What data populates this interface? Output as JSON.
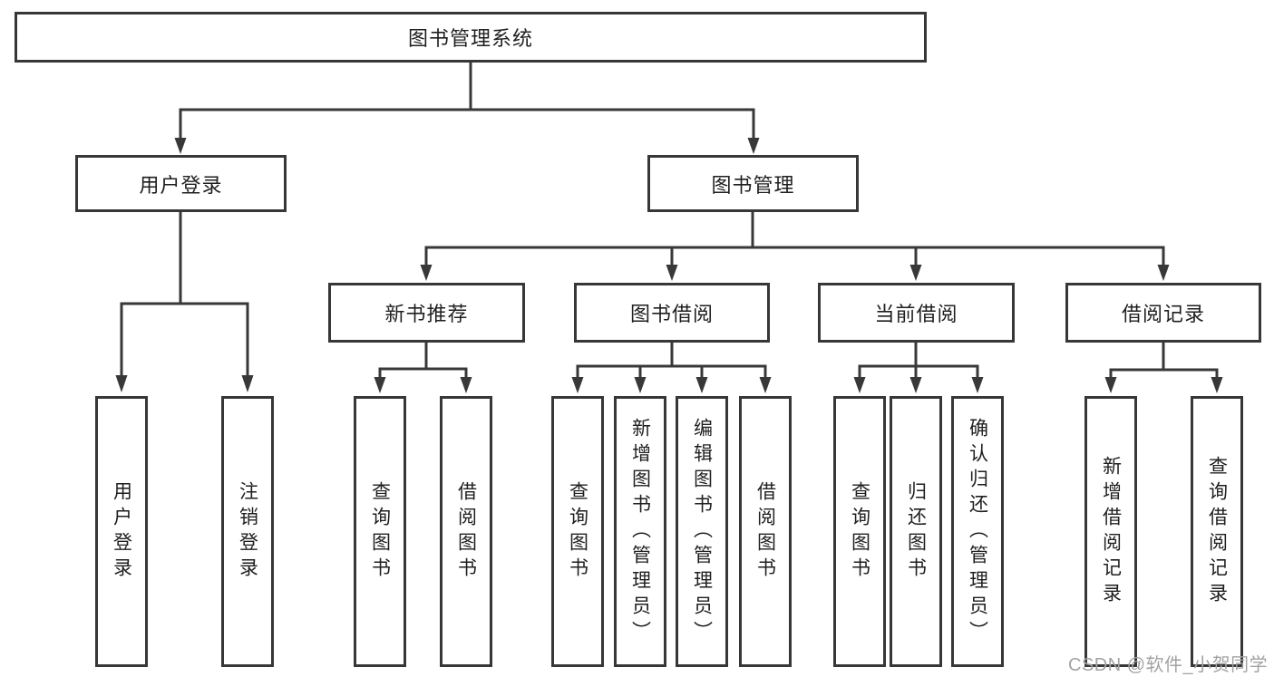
{
  "diagram": {
    "title": "图书管理系统",
    "type": "hierarchy",
    "colors": {
      "line": "#383838",
      "box_border": "#373737",
      "text": "#1f1f1f",
      "background": "#ffffff",
      "watermark": "#a3a3a3"
    },
    "tree": {
      "root": {
        "label": "图书管理系统",
        "children": [
          {
            "label": "用户登录",
            "children": [
              {
                "label": "用户登录"
              },
              {
                "label": "注销登录"
              }
            ]
          },
          {
            "label": "图书管理",
            "children": [
              {
                "label": "新书推荐",
                "children": [
                  {
                    "label": "查询图书"
                  },
                  {
                    "label": "借阅图书"
                  }
                ]
              },
              {
                "label": "图书借阅",
                "children": [
                  {
                    "label": "查询图书"
                  },
                  {
                    "label": "新增图书（管理员）"
                  },
                  {
                    "label": "编辑图书（管理员）"
                  },
                  {
                    "label": "借阅图书"
                  }
                ]
              },
              {
                "label": "当前借阅",
                "children": [
                  {
                    "label": "查询图书"
                  },
                  {
                    "label": "归还图书"
                  },
                  {
                    "label": "确认归还（管理员）"
                  }
                ]
              },
              {
                "label": "借阅记录",
                "children": [
                  {
                    "label": "新增借阅记录"
                  },
                  {
                    "label": "查询借阅记录"
                  }
                ]
              }
            ]
          }
        ]
      }
    },
    "watermark": "CSDN @软件_小贺同学"
  }
}
